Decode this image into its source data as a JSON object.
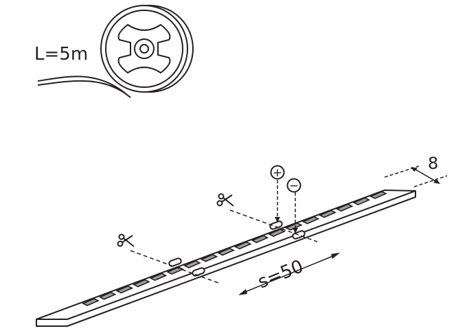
{
  "reel": {
    "length_label": "L=5m"
  },
  "strip": {
    "width_label": "8",
    "spacing_label": "s=50",
    "plus_symbol": "+",
    "minus_symbol": "−",
    "cut_icon": "scissors-icon",
    "led_count": 18
  },
  "colors": {
    "line": "#231f20",
    "led": "#9e9e9e",
    "background": "#ffffff"
  }
}
